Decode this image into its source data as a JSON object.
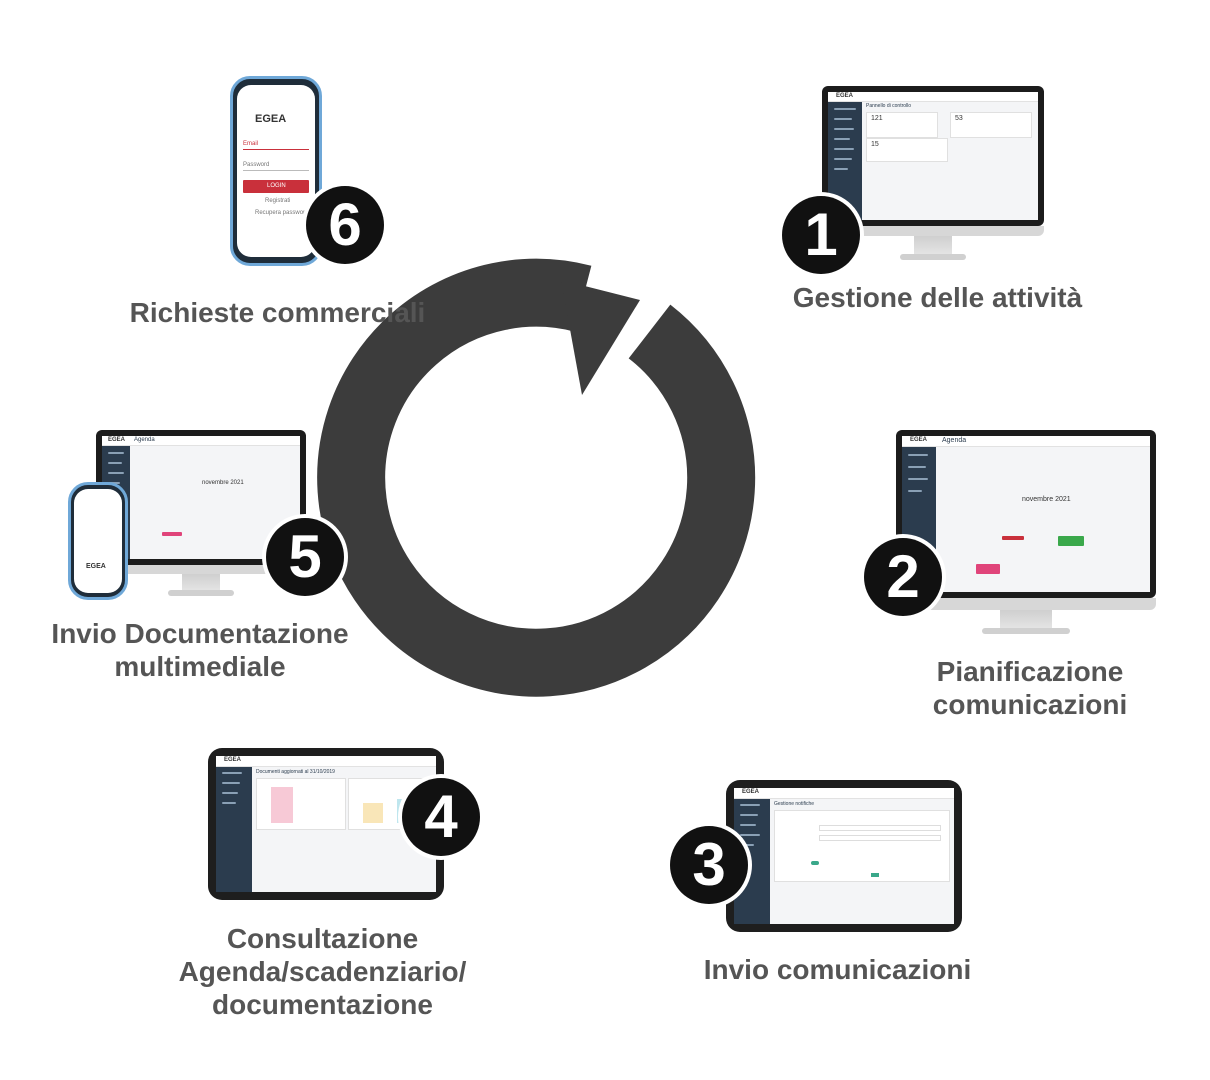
{
  "steps": [
    {
      "number": "1",
      "label": "Gestione delle attività"
    },
    {
      "number": "2",
      "label_line1": "Pianificazione",
      "label_line2": "comunicazioni"
    },
    {
      "number": "3",
      "label": "Invio comunicazioni"
    },
    {
      "number": "4",
      "label_line1": "Consultazione",
      "label_line2": "Agenda/scadenziario/",
      "label_line3": "documentazione"
    },
    {
      "number": "5",
      "label_line1": "Invio Documentazione",
      "label_line2": "multimediale"
    },
    {
      "number": "6",
      "label": "Richieste commerciali"
    }
  ],
  "screens": {
    "brand": "EGEA",
    "dashboard": {
      "title": "Pannello di controllo",
      "stat1": "121",
      "stat2": "53",
      "stat3": "15"
    },
    "agenda": {
      "title": "Agenda",
      "month": "novembre 2021"
    },
    "notifications": {
      "title": "Gestione notifiche"
    },
    "documents": {
      "title": "Documenti aggiornati al 31/10/2019"
    },
    "login": {
      "email_placeholder": "Email",
      "password_placeholder": "Password",
      "login_button": "LOGIN",
      "register_link": "Registrati",
      "recover_link": "Recupera password"
    }
  },
  "colors": {
    "arrow": "#3c3c3c",
    "label": "#555555",
    "badge": "#111111",
    "sidebar": "#2b3c4e",
    "accent": "#e8752a",
    "login_red": "#c9303b"
  }
}
